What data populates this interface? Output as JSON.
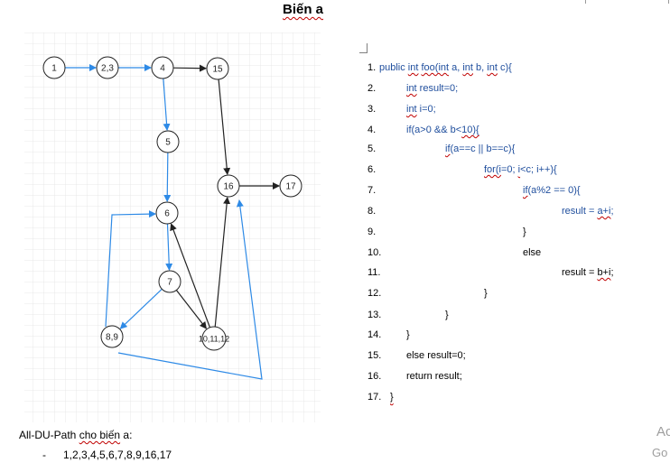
{
  "title": "Biến a",
  "graph": {
    "nodes": [
      {
        "id": "n1",
        "label": "1"
      },
      {
        "id": "n23",
        "label": "2,3"
      },
      {
        "id": "n4",
        "label": "4"
      },
      {
        "id": "n15",
        "label": "15"
      },
      {
        "id": "n5",
        "label": "5"
      },
      {
        "id": "n16",
        "label": "16"
      },
      {
        "id": "n17",
        "label": "17"
      },
      {
        "id": "n6",
        "label": "6"
      },
      {
        "id": "n7",
        "label": "7"
      },
      {
        "id": "n89",
        "label": "8,9"
      },
      {
        "id": "n101112",
        "label": "10,11,12"
      }
    ],
    "edges": [
      {
        "from": "n1",
        "to": "n23",
        "color": "blue"
      },
      {
        "from": "n23",
        "to": "n4",
        "color": "blue"
      },
      {
        "from": "n4",
        "to": "n15",
        "color": "black"
      },
      {
        "from": "n4",
        "to": "n5",
        "color": "blue"
      },
      {
        "from": "n15",
        "to": "n16",
        "color": "black"
      },
      {
        "from": "n16",
        "to": "n17",
        "color": "black"
      },
      {
        "from": "n5",
        "to": "n6",
        "color": "blue"
      },
      {
        "from": "n6",
        "to": "n7",
        "color": "blue"
      },
      {
        "from": "n7",
        "to": "n89",
        "color": "blue"
      },
      {
        "from": "n7",
        "to": "n101112",
        "color": "black"
      },
      {
        "from": "n101112",
        "to": "n6",
        "color": "black"
      },
      {
        "from": "n101112",
        "to": "n16",
        "color": "black"
      },
      {
        "from": "n89",
        "to": "n6",
        "color": "blue"
      },
      {
        "from": "n89",
        "to": "n16",
        "color": "blue"
      }
    ]
  },
  "code": {
    "line_numbers": [
      "1.",
      "2.",
      "3.",
      "4.",
      "5.",
      "6.",
      "7.",
      "8.",
      "9.",
      "10.",
      "11.",
      "12.",
      "13.",
      "14.",
      "15.",
      "16.",
      "17."
    ],
    "l1_a": "public ",
    "l1_int1": "int",
    "l1_sp": " ",
    "l1_foo": "foo(int",
    "l1_b": " a, ",
    "l1_int2": "int",
    "l1_c": " b, ",
    "l1_int3": "int",
    "l1_d": " c){",
    "l2_int": "int",
    "l2_rest": " result=0;",
    "l3_int": "int",
    "l3_rest": " i=0;",
    "l4": "if(a>0 && b<",
    "l4_u": "10){",
    "l5_if": "if",
    "l5_rest": "(a==c || b==c){",
    "l6_for": "for(i",
    "l6_mid": "=0; ",
    "l6_i": "i",
    "l6_rest": "<c; i++){",
    "l7_if": "if",
    "l7_rest": "(a%2 == 0){",
    "l8_a": "result = ",
    "l8_u": "a+i",
    "l8_end": ";",
    "l9": "}",
    "l10": "else",
    "l11_a": "result = ",
    "l11_u": "b+i",
    "l11_end": ";",
    "l12": "}",
    "l13": "}",
    "l14": "}",
    "l15": "else result=0;",
    "l16": "return result;",
    "l17": "}"
  },
  "footer": {
    "label_prefix": "All-DU-Path ",
    "label_u": "cho biến",
    "label_suffix": " a:",
    "dash": "-",
    "path": "1,2,3,4,5,6,7,8,9,16,17"
  },
  "watermark": {
    "line1": "Ac",
    "line2": "Go"
  },
  "colors": {
    "blue": "#2e8ae6",
    "black": "#222222",
    "code_blue": "#1f4e9d",
    "squiggle": "#c00000"
  }
}
